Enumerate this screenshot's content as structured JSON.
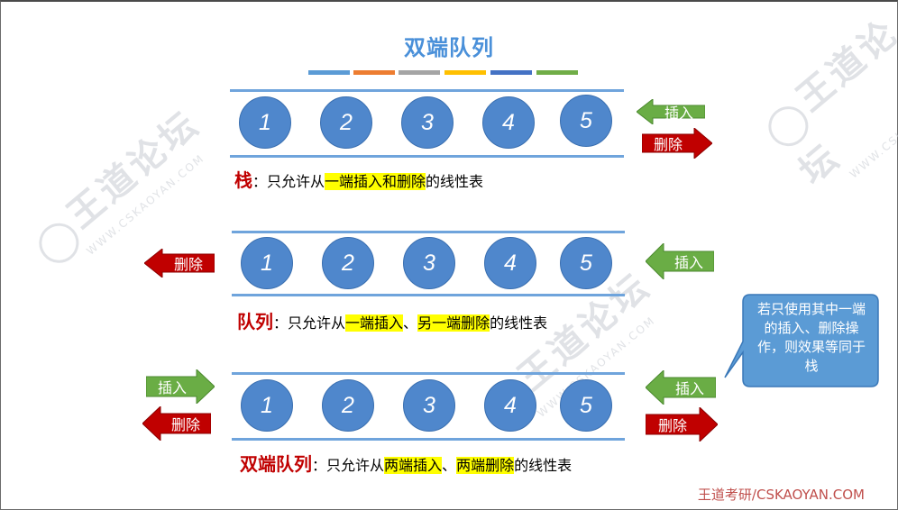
{
  "title": "双端队列",
  "palette": [
    "#5b9bd5",
    "#ed7d31",
    "#a5a5a5",
    "#ffc000",
    "#4472c4",
    "#70ad47"
  ],
  "numbers": [
    "1",
    "2",
    "3",
    "4",
    "5"
  ],
  "arrows": {
    "insert": "插入",
    "delete": "删除"
  },
  "stack": {
    "term": "栈",
    "colon": "：",
    "pre": "只允许从",
    "highlight": "一端插入和删除",
    "post": "的线性表"
  },
  "queue": {
    "term": "队列",
    "colon": "：",
    "pre": "只允许从",
    "hl1": "一端插入",
    "sep": "、",
    "hl2": "另一端删除",
    "post": "的线性表"
  },
  "deque": {
    "term": "双端队列",
    "colon": "：",
    "pre": "只允许从",
    "hl1": "两端插入",
    "sep": "、",
    "hl2": "两端删除",
    "post": "的线性表"
  },
  "callout": "若只使用其中一端的插入、删除操作，则效果等同于栈",
  "footer": "王道考研/CSKAOYAN.COM",
  "watermark": {
    "brand": "王道论坛",
    "url": "WWW.CSKAOYAN.COM"
  }
}
